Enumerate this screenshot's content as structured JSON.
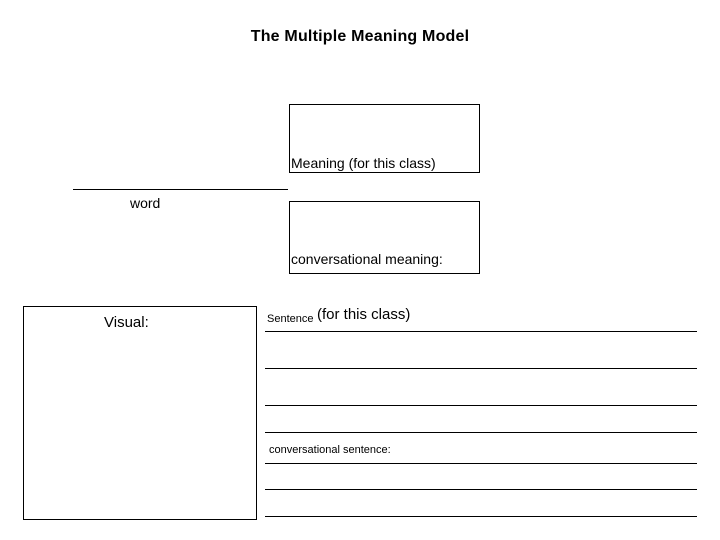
{
  "document": {
    "title": "The Multiple Meaning Model",
    "word_label": "word",
    "meaning_box_label": "Meaning (for this class)",
    "conversational_meaning_label": "conversational meaning:",
    "visual_label": "Visual:",
    "sentence_label_small": "Sentence",
    "sentence_label_big": "(for this class)",
    "conversational_sentence_label": "conversational sentence:"
  }
}
